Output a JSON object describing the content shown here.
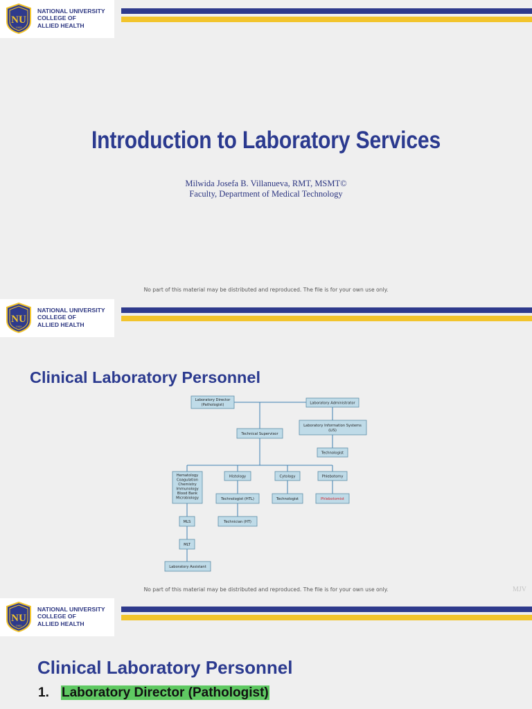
{
  "brand": {
    "name_lines": [
      "NATIONAL UNIVERSITY",
      "COLLEGE OF",
      "ALLIED HEALTH"
    ],
    "seal_text": "NU",
    "seal_year": "1900",
    "colors": {
      "navy": "#2e3a8c",
      "gold": "#f2c42c"
    }
  },
  "footer_text": "No part of this material may be distributed and reproduced. The file is for your own use only.",
  "slide1": {
    "title": "Introduction to Laboratory Services",
    "author": "Milwida Josefa B. Villanueva, RMT, MSMT©",
    "affiliation": "Faculty, Department of Medical Technology"
  },
  "slide2": {
    "title": "Clinical Laboratory Personnel",
    "watermark": "MJV",
    "org_chart": {
      "director": [
        "Laboratory Director",
        "(Pathologist)"
      ],
      "administrator": [
        "Laboratory Administrator"
      ],
      "lis": [
        "Laboratory Information Systems",
        "(LIS)"
      ],
      "lis_technologist": [
        "Technologist"
      ],
      "supervisor": [
        "Technical Supervisor"
      ],
      "core_lab": [
        "Hematology",
        "Coagulation",
        "Chemistry",
        "Immunology",
        "Blood Bank",
        "Microbiology"
      ],
      "histology": [
        "Histology"
      ],
      "cytology": [
        "Cytology"
      ],
      "phlebotomy": [
        "Phlebotomy"
      ],
      "histo_technologist": [
        "Technologist (HTL)"
      ],
      "cyto_technologist": [
        "Technologist"
      ],
      "phlebotomist": [
        "Phlebotomist"
      ],
      "technician": [
        "Technician (HT)"
      ],
      "mls": [
        "MLS"
      ],
      "mlt": [
        "MLT"
      ],
      "assistant": [
        "Laboratory Assistant"
      ]
    }
  },
  "slide3": {
    "title": "Clinical Laboratory Personnel",
    "list_number": "1.",
    "list_item": "Laboratory Director (Pathologist)"
  }
}
